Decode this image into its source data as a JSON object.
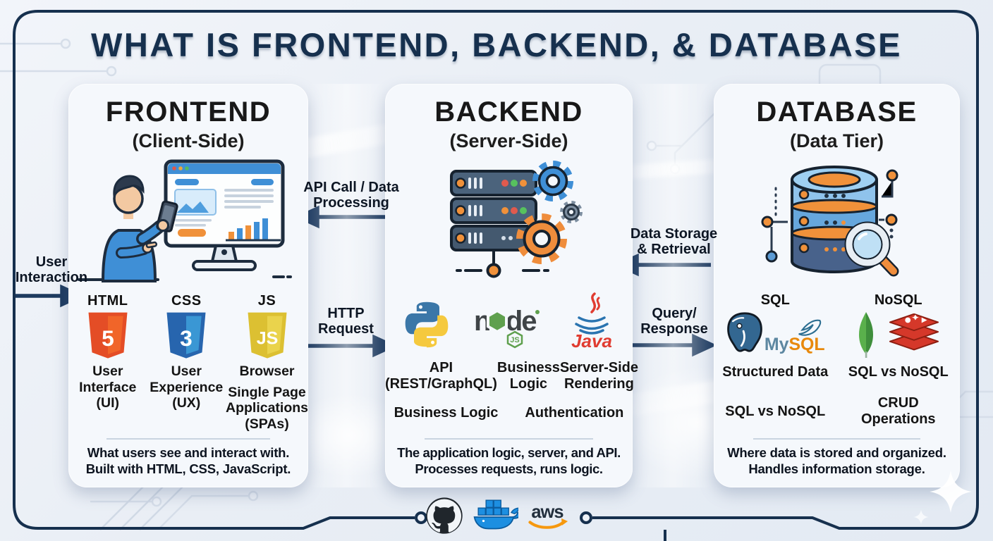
{
  "title": "WHAT IS FRONTEND, BACKEND, & DATABASE",
  "colors": {
    "navy": "#16304e",
    "arrow": "#1d3a5f",
    "card_bg": "#f5f8fc",
    "orange": "#f0913a",
    "blue": "#3f8fd6"
  },
  "flows": {
    "user_interaction": {
      "line1": "User",
      "line2": "Interaction"
    },
    "api_call": {
      "line1": "API Call / Data",
      "line2": "Processing"
    },
    "http_request": {
      "line1": "HTTP",
      "line2": "Request"
    },
    "data_storage": {
      "line1": "Data Storage",
      "line2": "& Retrieval"
    },
    "query_response": {
      "line1": "Query/",
      "line2": "Response"
    }
  },
  "frontend": {
    "title": "FRONTEND",
    "subtitle": "(Client-Side)",
    "tech": [
      {
        "name": "HTML",
        "badge": "5",
        "labels": [
          "User",
          "Interface",
          "(UI)"
        ]
      },
      {
        "name": "CSS",
        "badge": "3",
        "labels": [
          "User",
          "Experience",
          "(UX)"
        ]
      },
      {
        "name": "JS",
        "badge": "JS",
        "labels": [
          "Browser",
          "Single Page",
          "Applications",
          "(SPAs)"
        ]
      }
    ],
    "description": [
      "What users see and interact with.",
      "Built with HTML, CSS, JavaScript."
    ]
  },
  "backend": {
    "title": "BACKEND",
    "subtitle": "(Server-Side)",
    "logos": {
      "node_text": "node",
      "node_badge": "JS",
      "java_text": "Java"
    },
    "labels_row1": [
      [
        "API",
        "(REST/GraphQL)"
      ],
      [
        "Business",
        "Logic"
      ],
      [
        "Server-Side",
        "Rendering"
      ]
    ],
    "labels_row2": [
      "Business Logic",
      "Authentication"
    ],
    "description": [
      "The application logic, server, and API.",
      "Processes requests, runs logic."
    ]
  },
  "database": {
    "title": "DATABASE",
    "subtitle": "(Data Tier)",
    "groups": [
      {
        "name": "SQL"
      },
      {
        "name": "NoSQL"
      }
    ],
    "logos": {
      "mysql_my": "My",
      "mysql_sql": "SQL"
    },
    "labels_row1": [
      "Structured Data",
      "SQL vs NoSQL"
    ],
    "labels_row2": [
      "SQL vs NoSQL",
      [
        "CRUD",
        "Operations"
      ]
    ],
    "description": [
      "Where data is stored and organized.",
      "Handles information storage."
    ]
  },
  "footer": {
    "aws_text": "aws",
    "logos": [
      "GitHub",
      "Docker",
      "AWS"
    ]
  }
}
